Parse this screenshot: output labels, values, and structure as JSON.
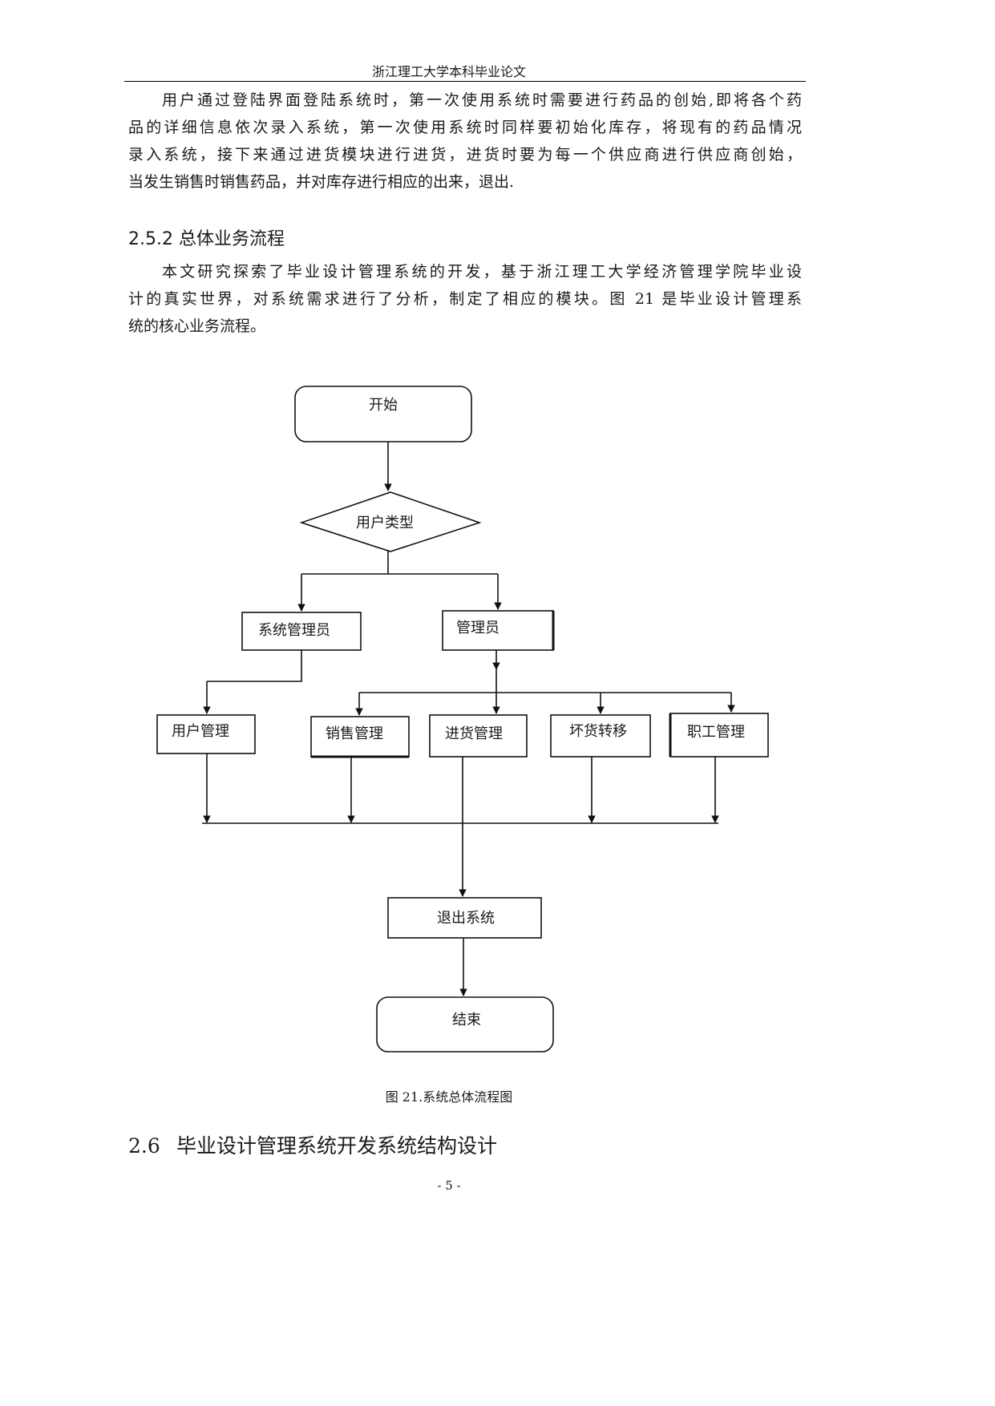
{
  "header": {
    "title": "浙江理工大学本科毕业论文"
  },
  "intro_paragraph": {
    "lines": [
      "用户通过登陆界面登陆系统时，第一次使用系统时需要进行药品的创始,即将各个药",
      "品的详细信息依次录入系统，第一次使用系统时同样要初始化库存，将现有的药品情况",
      "录入系统，接下来通过进货模块进行进货，进货时要为每一个供应商进行供应商创始，",
      "当发生销售时销售药品，并对库存进行相应的出来，退出."
    ]
  },
  "section_252": {
    "title": "2.5.2 总体业务流程"
  },
  "section_252_paragraph": {
    "lines": [
      "本文研究探索了毕业设计管理系统的开发，基于浙江理工大学经济管理学院毕业设",
      "计的真实世界，对系统需求进行了分析，制定了相应的模块。图 21 是毕业设计管理系",
      "统的核心业务流程。"
    ]
  },
  "flowchart": {
    "start": "开始",
    "decision": "用户类型",
    "sys_admin": "系统管理员",
    "admin": "管理员",
    "user_mgmt": "用户管理",
    "sales_mgmt": "销售管理",
    "purchase_mgmt": "进货管理",
    "bad_goods_transfer": "坏货转移",
    "staff_mgmt": "职工管理",
    "exit": "退出系统",
    "end": "结束"
  },
  "figure_caption": "图 21.系统总体流程图",
  "section_26": {
    "number": "2.6",
    "title": "毕业设计管理系统开发系统结构设计"
  },
  "page_number": "- 5 -"
}
